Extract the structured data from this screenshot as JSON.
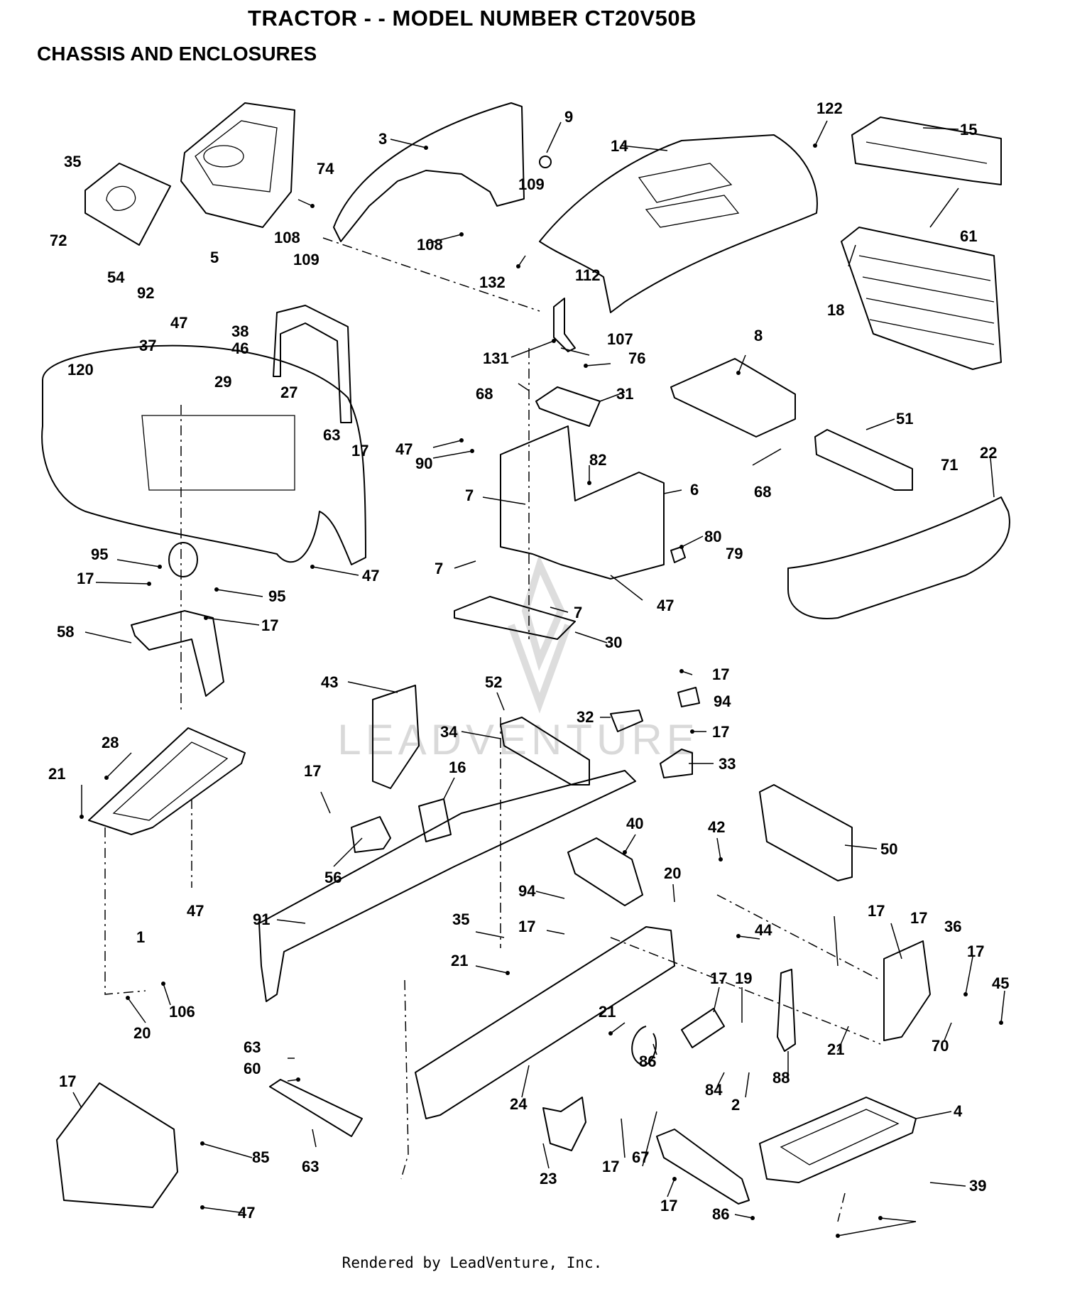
{
  "header": {
    "title": "TRACTOR - - MODEL NUMBER CT20V50B",
    "section": "CHASSIS AND ENCLOSURES"
  },
  "watermark": "LEADVENTURE",
  "footer": "Rendered by LeadVenture, Inc.",
  "labels": [
    "9",
    "3",
    "14",
    "122",
    "15",
    "35",
    "74",
    "72",
    "5",
    "108",
    "109",
    "108",
    "109",
    "132",
    "54",
    "92",
    "61",
    "112",
    "18",
    "47",
    "38",
    "107",
    "37",
    "131",
    "76",
    "46",
    "120",
    "29",
    "27",
    "68",
    "31",
    "8",
    "63",
    "17",
    "47",
    "90",
    "82",
    "51",
    "22",
    "6",
    "71",
    "7",
    "80",
    "68",
    "95",
    "79",
    "47",
    "17",
    "7",
    "95",
    "47",
    "7",
    "17",
    "58",
    "30",
    "17",
    "43",
    "52",
    "94",
    "32",
    "17",
    "34",
    "33",
    "28",
    "16",
    "21",
    "17",
    "42",
    "50",
    "40",
    "56",
    "20",
    "94",
    "47",
    "91",
    "17",
    "35",
    "17",
    "1",
    "44",
    "17",
    "36",
    "21",
    "17",
    "45",
    "17",
    "19",
    "20",
    "106",
    "21",
    "21",
    "70",
    "86",
    "63",
    "84",
    "88",
    "60",
    "2",
    "17",
    "24",
    "4",
    "85",
    "63",
    "17",
    "67",
    "23",
    "39",
    "17",
    "86",
    "47"
  ],
  "colors": {
    "ink": "#000000",
    "paper": "#ffffff",
    "watermark": "#d9d9d9"
  }
}
